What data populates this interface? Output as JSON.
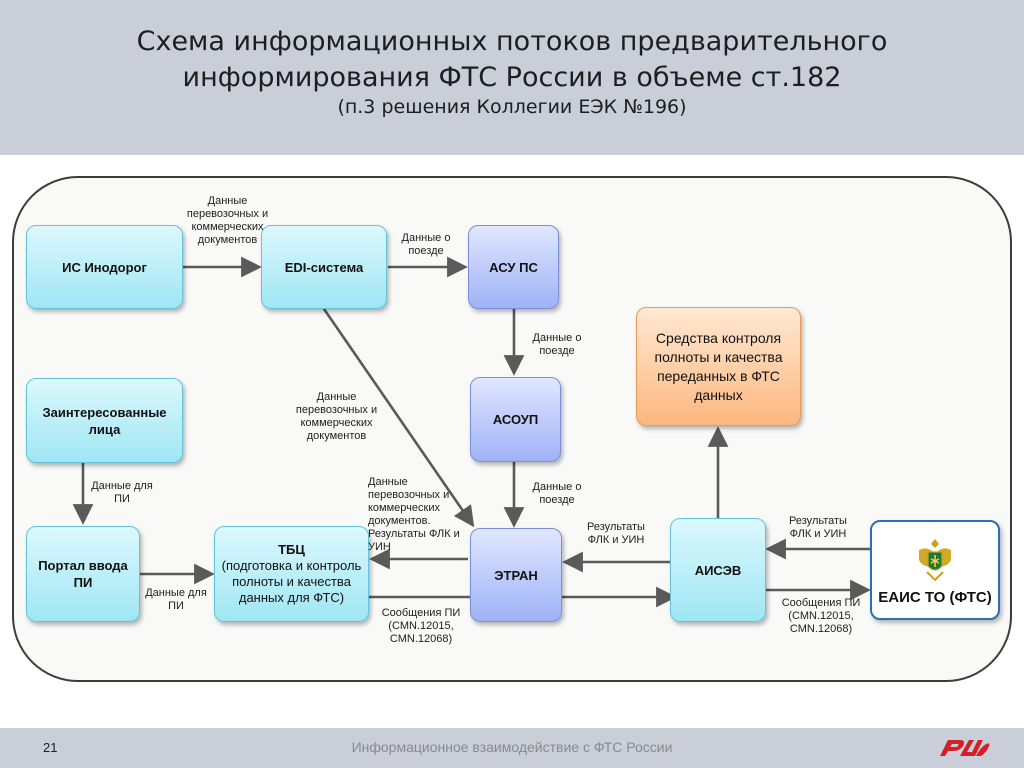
{
  "header": {
    "title_line1": "Схема информационных потоков предварительного",
    "title_line2": "информирования ФТС России в объеме ст.182",
    "subtitle": "(п.3 решения Коллегии ЕЭК №196)"
  },
  "nodes": {
    "is_inodorog": "ИС Инодорог",
    "edi": "EDI-система",
    "asu_ps": "АСУ ПС",
    "sredstva": "Средства контроля полноты и качества переданных в ФТС данных",
    "zainteresovannye": "Заинтересованные лица",
    "asoup": "АСОУП",
    "portal": "Портал ввода ПИ",
    "tbc_title": "ТБЦ",
    "tbc_body": "(подготовка и контроль полноты и качества данных для ФТС)",
    "etran": "ЭТРАН",
    "aisev": "АИСЭВ",
    "eais": "ЕАИС ТО (ФТС)"
  },
  "labels": {
    "inodorog_edi": "Данные перевозочных и коммерческих документов",
    "edi_asups": "Данные о поезде",
    "asups_asoup": "Данные о поезде",
    "edi_etran": "Данные перевозочных и коммерческих документов",
    "asoup_etran": "Данные о поезде",
    "zaint_portal": "Данные для ПИ",
    "portal_tbc": "Данные для ПИ",
    "etran_tbc": "Данные перевозочных и коммерческих документов. Результаты ФЛК и УИН",
    "aisev_etran": "Результаты ФЛК и УИН",
    "eais_aisev": "Результаты ФЛК и УИН",
    "tbc_aisev": "Сообщения ПИ (CMN.12015, CMN.12068)",
    "aisev_eais": "Сообщения ПИ (CMN.12015, CMN.12068)"
  },
  "footer": {
    "page": "21",
    "caption": "Информационное взаимодействие с ФТС России"
  },
  "icons": {
    "emblem": "fts-emblem-icon",
    "logo": "rzd-logo-icon"
  },
  "colors": {
    "header_bg": "#c9ced8",
    "cyan_box": "#9fe6f4",
    "blue_box": "#9fb2f6",
    "orange_box": "#fcb77f",
    "arrow": "#5a5a5a",
    "eais_border": "#2d6fb4",
    "logo_red": "#d51f26"
  }
}
